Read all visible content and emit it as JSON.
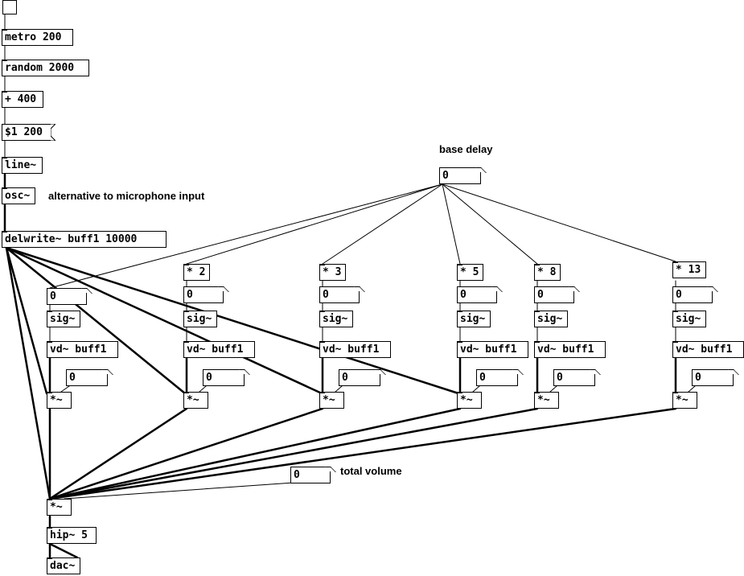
{
  "patch": {
    "bang": "",
    "metro": "metro 200",
    "random": "random 2000",
    "add": "+ 400",
    "ramp_msg": "$1 200",
    "line": "line~",
    "osc": "osc~",
    "osc_comment": "alternative to microphone input",
    "delwrite": "delwrite~ buff1 10000",
    "base_delay_label": "base delay",
    "base_delay_value": "0",
    "total_volume_label": "total volume",
    "total_volume_value": "0",
    "sum_mult": "*~",
    "hip": "hip~ 5",
    "dac": "dac~",
    "taps": [
      {
        "mult": "",
        "delay_value": "0",
        "sig": "sig~",
        "vd": "vd~ buff1",
        "gain_value": "0",
        "out": "*~"
      },
      {
        "mult": "* 2",
        "delay_value": "0",
        "sig": "sig~",
        "vd": "vd~ buff1",
        "gain_value": "0",
        "out": "*~"
      },
      {
        "mult": "* 3",
        "delay_value": "0",
        "sig": "sig~",
        "vd": "vd~ buff1",
        "gain_value": "0",
        "out": "*~"
      },
      {
        "mult": "* 5",
        "delay_value": "0",
        "sig": "sig~",
        "vd": "vd~ buff1",
        "gain_value": "0",
        "out": "*~"
      },
      {
        "mult": "* 8",
        "delay_value": "0",
        "sig": "sig~",
        "vd": "vd~ buff1",
        "gain_value": "0",
        "out": "*~"
      },
      {
        "mult": "* 13",
        "delay_value": "0",
        "sig": "sig~",
        "vd": "vd~ buff1",
        "gain_value": "0",
        "out": "*~"
      }
    ]
  }
}
